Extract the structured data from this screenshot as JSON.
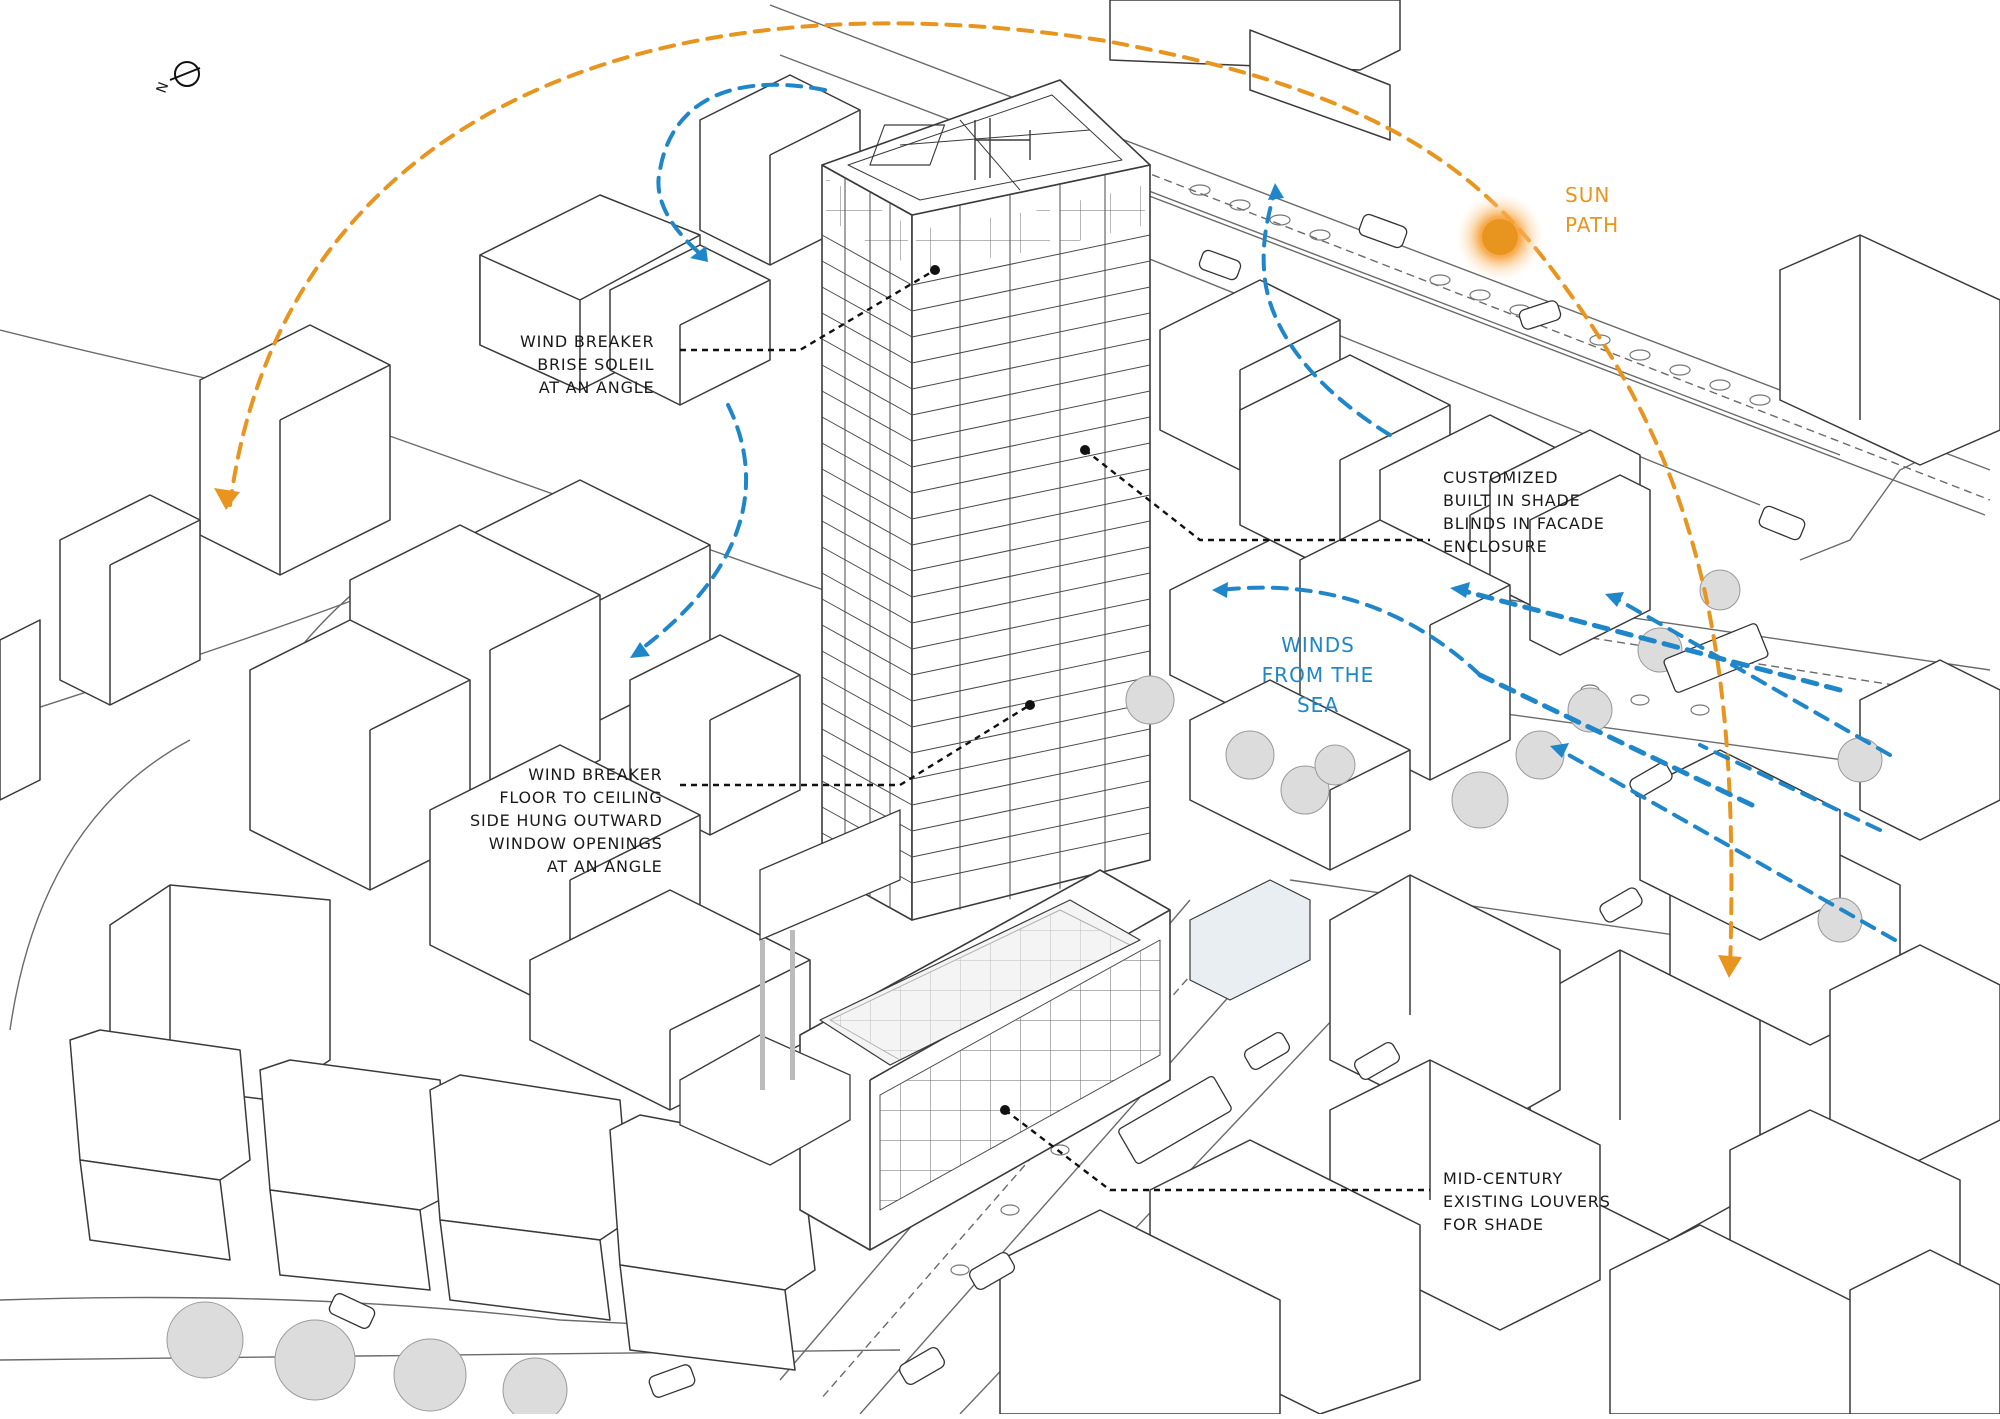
{
  "colors": {
    "sun": "#e8951f",
    "wind": "#1f87c9",
    "line": "#4a4a4a",
    "leader": "#111111"
  },
  "north_symbol": "N",
  "annotations": {
    "brise_soleil": "WIND BREAKER\nBRISE SOLEIL\nAT AN ANGLE",
    "shade_blinds": "CUSTOMIZED\nBUILT IN SHADE\nBLINDS IN FACADE\nENCLOSURE",
    "window_openings": "WIND BREAKER\nFLOOR TO CEILING\nSIDE HUNG OUTWARD\nWINDOW OPENINGS\nAT AN ANGLE",
    "louvers": "MID-CENTURY\nEXISTING LOUVERS\nFOR SHADE"
  },
  "sun_path_label": "SUN\nPATH",
  "winds_label": "WINDS\nFROM THE\nSEA",
  "icons": [
    "north-arrow-icon",
    "sun-icon"
  ]
}
